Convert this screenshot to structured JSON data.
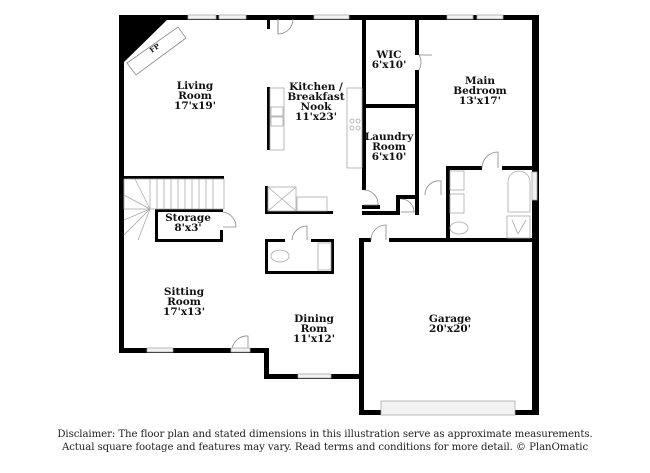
{
  "floor_plan": {
    "rooms": [
      {
        "id": "living-room",
        "name_line1": "Living",
        "name_line2": "Room",
        "dimensions": "17'x19'"
      },
      {
        "id": "kitchen",
        "name_line1": "Kitchen /",
        "name_line2": "Breakfast",
        "name_line3": "Nook",
        "dimensions": "11'x23'"
      },
      {
        "id": "wic",
        "name_line1": "WIC",
        "dimensions": "6'x10'"
      },
      {
        "id": "main-bedroom",
        "name_line1": "Main",
        "name_line2": "Bedroom",
        "dimensions": "13'x17'"
      },
      {
        "id": "laundry-room",
        "name_line1": "Laundry",
        "name_line2": "Room",
        "dimensions": "6'x10'"
      },
      {
        "id": "storage",
        "name_line1": "Storage",
        "dimensions": "8'x3'"
      },
      {
        "id": "sitting-room",
        "name_line1": "Sitting",
        "name_line2": "Room",
        "dimensions": "17'x13'"
      },
      {
        "id": "dining-room",
        "name_line1": "Dining",
        "name_line2": "Rom",
        "dimensions": "11'x12'"
      },
      {
        "id": "garage",
        "name_line1": "Garage",
        "dimensions": "20'x20'"
      }
    ],
    "fireplace_label": "FP"
  },
  "disclaimer": {
    "line1": "Disclaimer: The floor plan and stated dimensions in this illustration serve as approximate measurements.",
    "line2": "Actual square footage and features may vary. Read terms and conditions for more detail. © PlanOmatic"
  },
  "colors": {
    "wall": "#000000",
    "fixture": "#aaaaaa",
    "background": "#ffffff"
  }
}
